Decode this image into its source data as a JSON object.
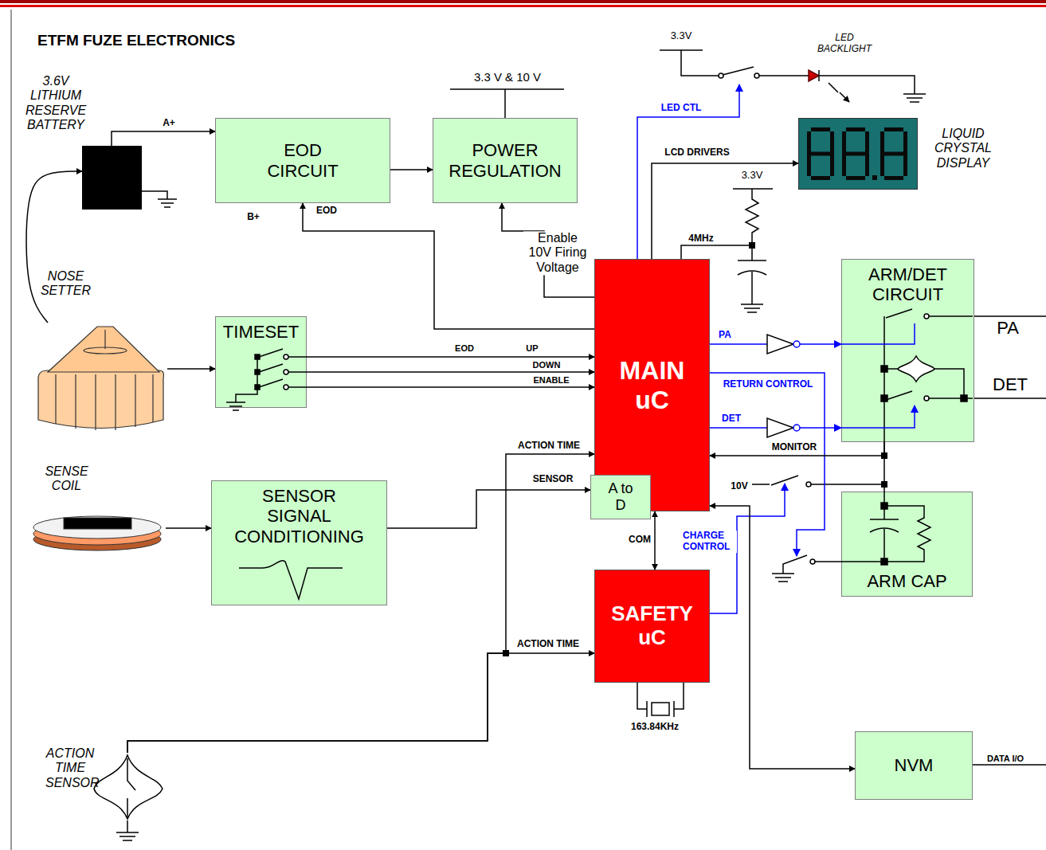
{
  "diagram": {
    "title": "ETFM FUZE ELECTRONICS",
    "nodes": [
      {
        "text": [
          "3.6V LITHIUM RESERVE BATTERY"
        ]
      },
      {
        "text": [
          "EOD CIRCUIT"
        ]
      },
      {
        "text": [
          "POWER REGULATION"
        ]
      },
      {
        "text": [
          "LIQUID CRYSTAL DISPLAY"
        ]
      },
      {
        "text": [
          "NOSE SETTER"
        ]
      },
      {
        "text": [
          "TIMESET"
        ]
      },
      {
        "text": [
          "MAIN uC"
        ]
      },
      {
        "text": [
          "A to D"
        ],
        "in": 6
      },
      {
        "text": [
          "ARM/DET CIRCUIT"
        ]
      },
      {
        "text": [
          "SENSE COIL"
        ]
      },
      {
        "text": [
          "SENSOR SIGNAL CONDITIONING"
        ]
      },
      {
        "text": [
          "ARM CAP"
        ]
      },
      {
        "text": [
          "SAFETY uC"
        ]
      },
      {
        "text": [
          "ACTION TIME SENSOR"
        ]
      },
      {
        "text": [
          "NVM"
        ]
      }
    ],
    "edges": [
      {
        "from": 0,
        "to": 1,
        "label": "A+",
        "arrow": "to"
      },
      {
        "from": 1,
        "to": 2,
        "arrow": "to"
      },
      {
        "from": 6,
        "to": 1,
        "label": "EOD",
        "arrow": "to"
      },
      {
        "from": 6,
        "to": 2,
        "label": "Enable 10V Firing Voltage",
        "arrow": "to"
      },
      {
        "from": 6,
        "to": 3,
        "label": "LCD DRIVERS",
        "arrow": "to"
      },
      {
        "from": 4,
        "to": 0,
        "arrow": "to"
      },
      {
        "from": 4,
        "to": 5,
        "arrow": "to"
      },
      {
        "from": 5,
        "to": 6,
        "label": "UP",
        "arrow": "to"
      },
      {
        "from": 5,
        "to": 6,
        "label": "DOWN",
        "arrow": "to"
      },
      {
        "from": 5,
        "to": 6,
        "label": "ENABLE",
        "arrow": "to"
      },
      {
        "from": 9,
        "to": 10,
        "arrow": "to"
      },
      {
        "from": 10,
        "to": 7,
        "label": "SENSOR",
        "arrow": "to"
      },
      {
        "from": 13,
        "to": 6,
        "label": "ACTION TIME",
        "arrow": "to"
      },
      {
        "from": 13,
        "to": 12,
        "label": "ACTION TIME",
        "arrow": "to"
      },
      {
        "from": 6,
        "to": 12,
        "label": "COM",
        "arrow": "both"
      },
      {
        "from": 6,
        "to": 8,
        "label": "PA",
        "arrow": "to"
      },
      {
        "from": 6,
        "to": 8,
        "label": "DET",
        "arrow": "to"
      },
      {
        "from": 8,
        "to": 6,
        "label": "MONITOR",
        "arrow": "to"
      },
      {
        "from": 6,
        "to": 14,
        "arrow": "both"
      }
    ],
    "labels": [
      "B+",
      "3.3 V & 10 V",
      "3.3V",
      "LED BACKLIGHT",
      "LED CTL",
      "3.3V",
      "4MHz",
      "EOD",
      "RETURN CONTROL",
      "10V",
      "CHARGE CONTROL",
      "PA",
      "DET",
      "163.84KHz",
      "DATA I/O"
    ]
  }
}
